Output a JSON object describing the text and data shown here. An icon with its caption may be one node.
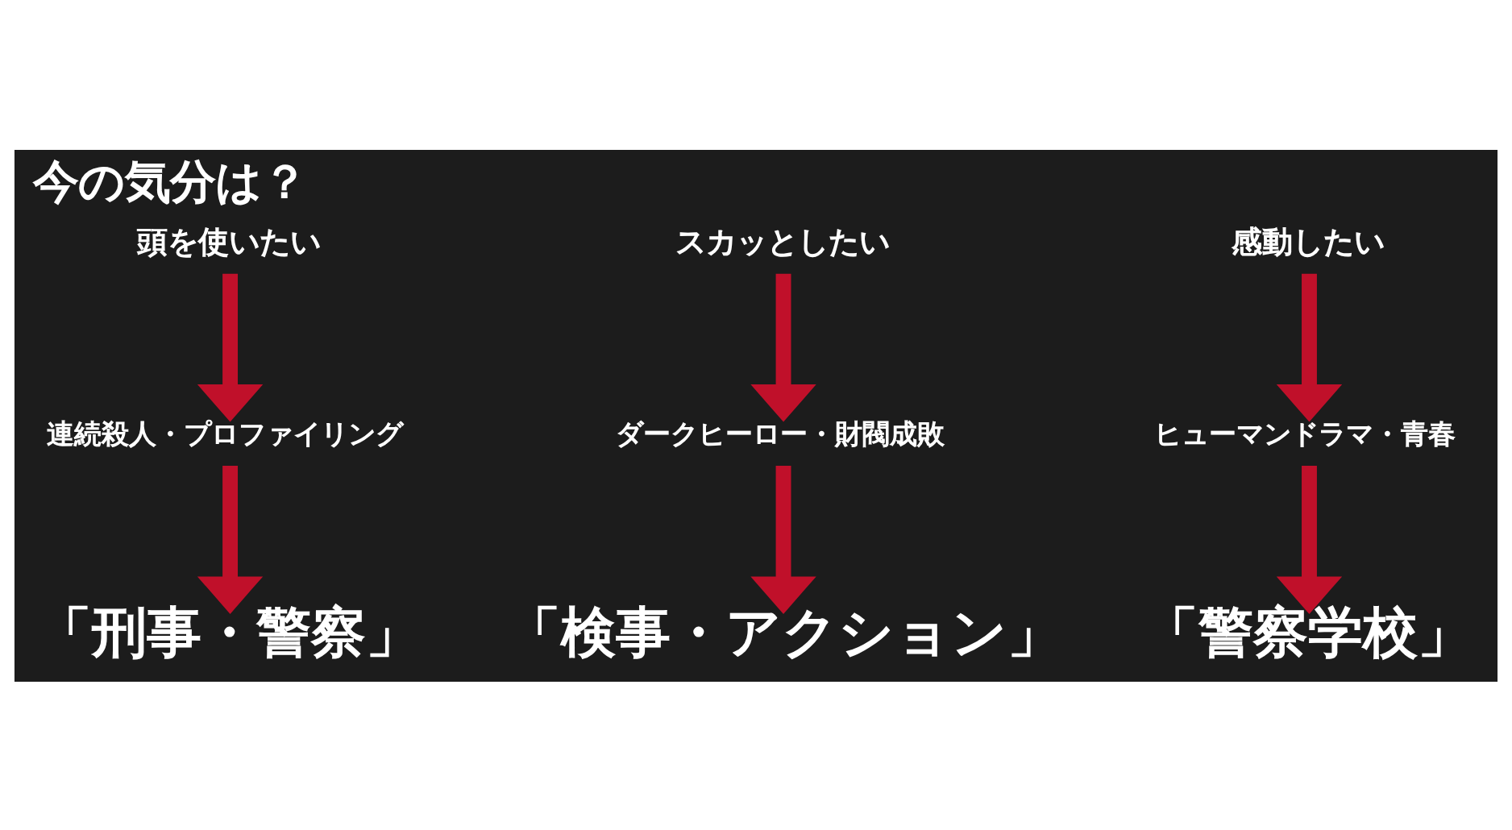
{
  "diagram": {
    "title": "今の気分は？",
    "nodes": [
      {
        "text": [
          "頭を使いたい"
        ]
      },
      {
        "text": [
          "連続殺人・プロファイリング"
        ]
      },
      {
        "text": [
          "「刑事・警察」"
        ]
      },
      {
        "text": [
          "スカッとしたい"
        ]
      },
      {
        "text": [
          "ダークヒーロー・財閥成敗"
        ]
      },
      {
        "text": [
          "「検事・アクション」"
        ]
      },
      {
        "text": [
          "感動したい"
        ]
      },
      {
        "text": [
          "ヒューマンドラマ・青春"
        ]
      },
      {
        "text": [
          "「警察学校」"
        ]
      }
    ],
    "edges": [
      {
        "from": 0,
        "to": 1,
        "arrow": "to"
      },
      {
        "from": 1,
        "to": 2,
        "arrow": "to"
      },
      {
        "from": 3,
        "to": 4,
        "arrow": "to"
      },
      {
        "from": 4,
        "to": 5,
        "arrow": "to"
      },
      {
        "from": 6,
        "to": 7,
        "arrow": "to"
      },
      {
        "from": 7,
        "to": 8,
        "arrow": "to"
      }
    ]
  }
}
